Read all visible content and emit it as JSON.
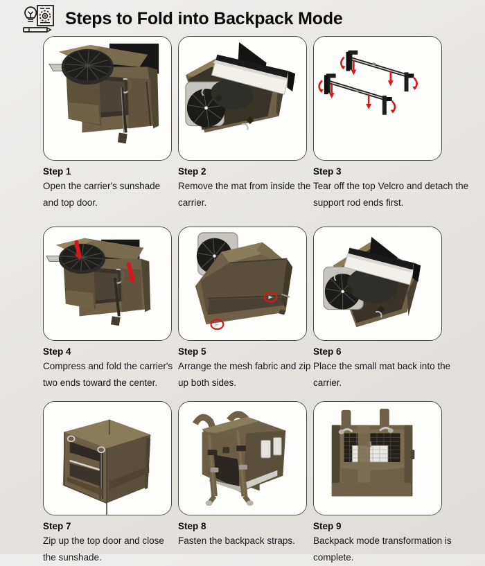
{
  "header": {
    "title": "Steps to Fold into Backpack Mode",
    "icon": "manual-lightbulb-icon"
  },
  "theme": {
    "background_top": "#eeeeee",
    "background_bottom": "#dedcd9",
    "card_background": "#fdfdfc",
    "card_border": "#4a4a46",
    "text": "#161616",
    "label_text": "#0a0a0a",
    "arrow_red": "#d81818",
    "carrier_brown_light": "#8a7a5c",
    "carrier_brown": "#6e6148",
    "carrier_brown_dark": "#4a4030",
    "carrier_shadow": "#332c20",
    "mat_dark": "#2b2b28",
    "velcro_white": "#f2f1ec",
    "mesh_gray": "#b9b9b4",
    "rod_black": "#1d1d1d",
    "rod_silver": "#cfcfcb"
  },
  "steps": [
    {
      "label": "Step 1",
      "description": "Open the carrier's sunshade and top door.",
      "art": "carrier-open-sunshade-top-door"
    },
    {
      "label": "Step 2",
      "description": "Remove the mat from inside the carrier.",
      "art": "carrier-remove-mat"
    },
    {
      "label": "Step 3",
      "description": "Tear off the top Velcro and detach the support rod ends first.",
      "art": "support-rods-with-arrows"
    },
    {
      "label": "Step 4",
      "description": "Compress and fold the carrier's two ends toward the center.",
      "art": "carrier-compress-fold-ends"
    },
    {
      "label": "Step 5",
      "description": "Arrange the mesh fabric and zip up both sides.",
      "art": "carrier-folded-zip-sides"
    },
    {
      "label": "Step 6",
      "description": "Place the small mat back into the carrier.",
      "art": "carrier-replace-small-mat"
    },
    {
      "label": "Step 7",
      "description": "Zip up the top door and close the sunshade.",
      "art": "carrier-cube-closed"
    },
    {
      "label": "Step 8",
      "description": "Fasten the backpack straps.",
      "art": "carrier-with-backpack-straps"
    },
    {
      "label": "Step 9",
      "description": "Backpack mode transformation is complete.",
      "art": "backpack-mode-front-view"
    }
  ]
}
